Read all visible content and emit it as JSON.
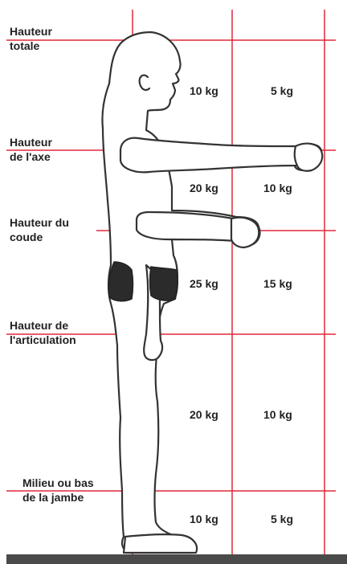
{
  "colors": {
    "grid_line": "#e0283a",
    "figure_stroke": "#333333",
    "figure_fill": "#ffffff",
    "shorts": "#2b2b2b",
    "floor": "#4a4a4a",
    "text": "#222222"
  },
  "labels": {
    "total": "Hauteur\ntotale",
    "axis": "Hauteur\nde l'axe",
    "elbow": "Hauteur du\ncoude",
    "joint": "Hauteur de\nl'articulation",
    "leg": "Milieu ou bas\nde la jambe"
  },
  "weights": {
    "zone1": {
      "near": "10 kg",
      "far": "5 kg"
    },
    "zone2": {
      "near": "20 kg",
      "far": "10 kg"
    },
    "zone3": {
      "near": "25 kg",
      "far": "15 kg"
    },
    "zone4": {
      "near": "20 kg",
      "far": "10 kg"
    },
    "zone5": {
      "near": "10 kg",
      "far": "5 kg"
    }
  }
}
